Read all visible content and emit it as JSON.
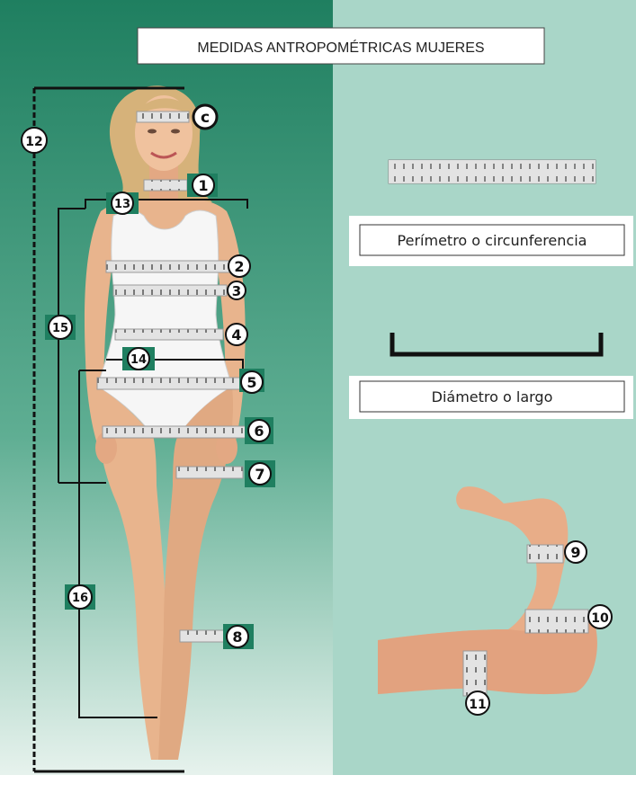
{
  "title": "MEDIDAS ANTROPOMÉTRICAS MUJERES",
  "legend": {
    "perimeter_label": "Perímetro o circunferencia",
    "diameter_label": "Diámetro o largo"
  },
  "measure_markers": {
    "head": "c",
    "neck": "1",
    "chest": "2",
    "under_bust": "3",
    "waist": "4",
    "hip_upper": "5",
    "hip": "6",
    "thigh": "7",
    "calf": "8",
    "forearm": "9",
    "elbow": "10",
    "arm": "11",
    "height": "12",
    "shoulder_width": "13",
    "hip_width": "14",
    "torso_length": "15",
    "leg_length": "16"
  },
  "colors": {
    "left_panel_top": "#1f7f60",
    "left_panel_bottom": "#e9f3ee",
    "right_panel": "#a9d6c8",
    "label_bg": "#ffffff",
    "marker_bg": "#1f7f60",
    "tape": "#dadada",
    "skin": "#e8b48d",
    "swimsuit": "#f6f6f6",
    "hair": "#d6b27a"
  }
}
